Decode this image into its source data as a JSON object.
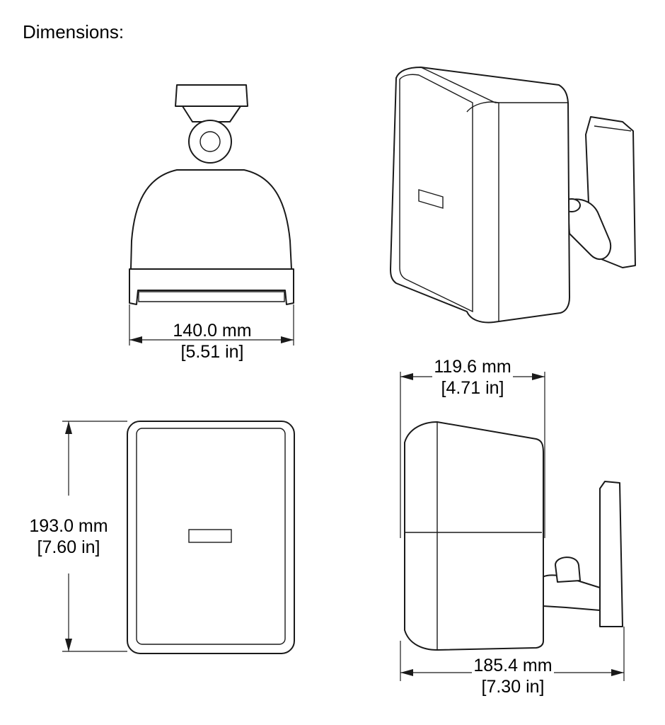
{
  "title": "Dimensions:",
  "dimensions": {
    "front_width": {
      "mm": "140.0 mm",
      "in": "[5.51 in]"
    },
    "side_depth": {
      "mm": "119.6 mm",
      "in": "[4.71 in]"
    },
    "height": {
      "mm": "193.0 mm",
      "in": "[7.60 in]"
    },
    "total_depth": {
      "mm": "185.4 mm",
      "in": "[7.30 in]"
    }
  }
}
